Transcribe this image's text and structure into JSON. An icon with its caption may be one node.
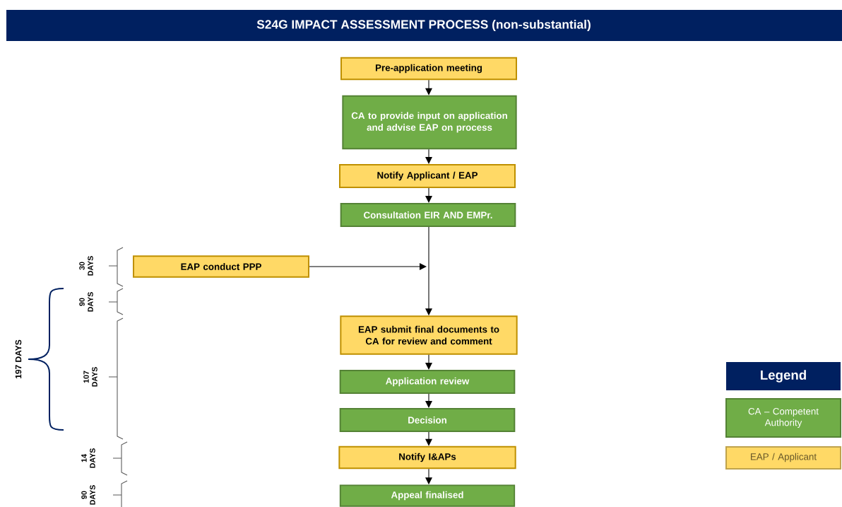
{
  "diagram": {
    "title": "S24G IMPACT ASSESSMENT PROCESS (non-substantial)",
    "nodes": [
      {
        "text": [
          "Pre-application meeting"
        ]
      },
      {
        "text": [
          "CA to provide input on application and advise EAP on process"
        ]
      },
      {
        "text": [
          "Notify Applicant / EAP"
        ]
      },
      {
        "text": [
          "Consultation EIR AND EMPr."
        ]
      },
      {
        "text": [
          "EAP conduct PPP"
        ]
      },
      {
        "text": [
          "EAP submit final documents to CA for review and comment"
        ]
      },
      {
        "text": [
          "Application review"
        ]
      },
      {
        "text": [
          "Decision"
        ]
      },
      {
        "text": [
          "Notify I&APs"
        ]
      },
      {
        "text": [
          "Appeal finalised"
        ]
      }
    ],
    "edges": [
      {
        "from": 0,
        "to": 1,
        "arrow": "to"
      },
      {
        "from": 1,
        "to": 2,
        "arrow": "to"
      },
      {
        "from": 2,
        "to": 3,
        "arrow": "to"
      },
      {
        "from": 4,
        "to": null,
        "arrow": "to"
      },
      {
        "from": 3,
        "to": 5,
        "arrow": "to"
      },
      {
        "from": 5,
        "to": 6,
        "arrow": "to"
      },
      {
        "from": 6,
        "to": 7,
        "arrow": "to"
      },
      {
        "from": 7,
        "to": 8,
        "arrow": "to"
      },
      {
        "from": 8,
        "to": 9,
        "arrow": "to"
      }
    ],
    "labels": [
      "30 DAYS",
      "90 DAYS",
      "197 DAYS",
      "107 DAYS",
      "Legend",
      "14 DAYS",
      "90 DAYS"
    ],
    "legend": [
      {
        "text": "CA – Competent Authority",
        "color": "#70ad47"
      },
      {
        "text": "EAP / Applicant",
        "color": "#ffd966"
      }
    ]
  }
}
